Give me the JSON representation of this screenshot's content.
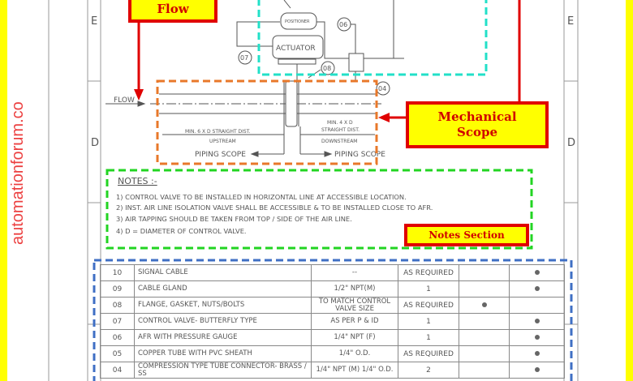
{
  "zones": {
    "e": "E",
    "d": "D"
  },
  "callouts": {
    "flow": "Flow",
    "mechanical_scope": "Mechanical Scope",
    "notes_section": "Notes Section"
  },
  "diagram": {
    "positioner": "POSITIONER",
    "actuator": "ACTUATOR",
    "flow": "FLOW",
    "tags": [
      "07",
      "08",
      "06",
      "04"
    ],
    "upstream_dim": "MIN. 6 X D STRAIGHT DIST.",
    "upstream": "UPSTREAM",
    "downstream_dim_1": "MIN. 4 X D",
    "downstream_dim_2": "STRAIGHT DIST.",
    "downstream": "DOWNSTREAM",
    "piping_scope_left": "PIPING SCOPE",
    "piping_scope_right": "PIPING SCOPE"
  },
  "notes": {
    "title": "NOTES :-",
    "items": [
      "1) CONTROL VALVE TO BE INSTALLED IN HORIZONTAL LINE AT ACCESSIBLE LOCATION.",
      "2) INST. AIR LINE ISOLATION VALVE SHALL BE ACCESSIBLE & TO BE INSTALLED CLOSE TO AFR.",
      "3) AIR TAPPING SHOULD BE TAKEN FROM TOP / SIDE OF THE AIR LINE.",
      "4) D = DIAMETER OF CONTROL VALVE."
    ]
  },
  "bom": {
    "rows": [
      {
        "no": "10",
        "desc": "SIGNAL CABLE",
        "size": "--",
        "qty": "AS REQUIRED",
        "col5": false,
        "col6": true
      },
      {
        "no": "09",
        "desc": "CABLE GLAND",
        "size": "1/2\" NPT(M)",
        "qty": "1",
        "col5": false,
        "col6": true
      },
      {
        "no": "08",
        "desc": "FLANGE, GASKET, NUTS/BOLTS",
        "size": "TO MATCH CONTROL VALVE SIZE",
        "qty": "AS REQUIRED",
        "col5": true,
        "col6": false
      },
      {
        "no": "07",
        "desc": "CONTROL VALVE- BUTTERFLY TYPE",
        "size": "AS PER P & ID",
        "qty": "1",
        "col5": false,
        "col6": true
      },
      {
        "no": "06",
        "desc": "AFR WITH PRESSURE GAUGE",
        "size": "1/4\" NPT (F)",
        "qty": "1",
        "col5": false,
        "col6": true
      },
      {
        "no": "05",
        "desc": "COPPER TUBE WITH PVC SHEATH",
        "size": "1/4\" O.D.",
        "qty": "AS REQUIRED",
        "col5": false,
        "col6": true
      },
      {
        "no": "04",
        "desc": "COMPRESSION TYPE TUBE CONNECTOR- BRASS / SS",
        "size": "1/4\" NPT (M) 1/4\" O.D.",
        "qty": "2",
        "col5": false,
        "col6": true
      }
    ]
  },
  "watermark": "automationforum.co",
  "colors": {
    "page_border": "#ffff00",
    "callout_border": "#e00000",
    "callout_fill": "#ffff00",
    "instrument_scope": "#22e0c8",
    "mechanical_scope": "#e8782a",
    "notes_box": "#22d422",
    "bom_box": "#3f6fc4"
  }
}
